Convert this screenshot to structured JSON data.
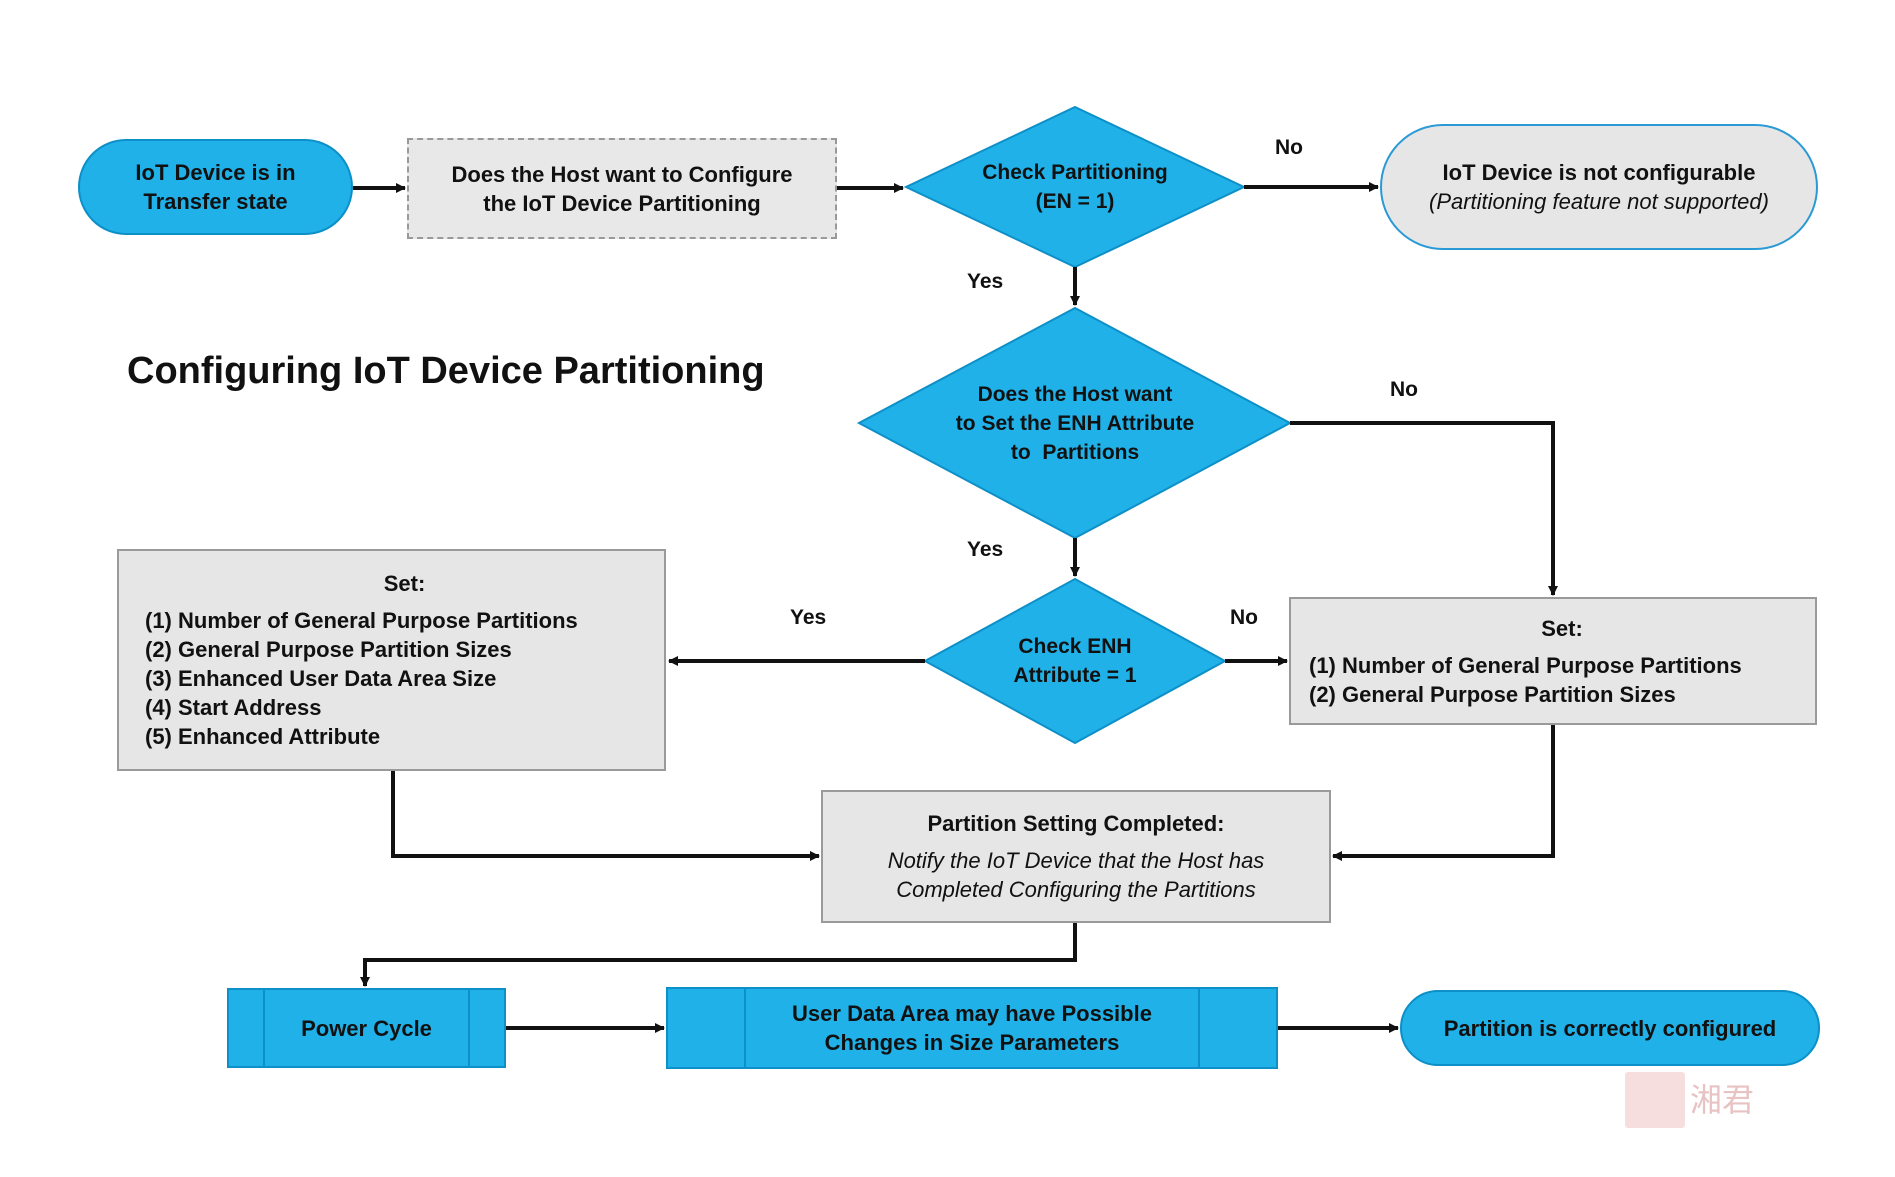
{
  "title": "Configuring IoT Device Partitioning",
  "nodes": {
    "start": [
      "IoT Device is in",
      "Transfer state"
    ],
    "host_configure": [
      "Does the Host want to Configure",
      "the IoT Device Partitioning"
    ],
    "check_partitioning": [
      "Check Partitioning",
      "(EN = 1)"
    ],
    "not_configurable": {
      "line1": "IoT Device is not configurable",
      "line2": "(Partitioning feature not supported)"
    },
    "set_enh_question": [
      "Does the Host want",
      "to Set the ENH Attribute",
      "to  Partitions"
    ],
    "check_enh": [
      "Check ENH",
      "Attribute = 1"
    ],
    "set_left": {
      "header": "Set:",
      "items": [
        "(1) Number of General Purpose Partitions",
        "(2) General Purpose Partition Sizes",
        "(3) Enhanced User Data Area Size",
        "(4) Start Address",
        "(5) Enhanced Attribute"
      ]
    },
    "set_right": {
      "header": "Set:",
      "items": [
        "(1) Number of General Purpose Partitions",
        "(2) General Purpose Partition Sizes"
      ]
    },
    "completed": {
      "header": "Partition Setting Completed:",
      "body": [
        "Notify the IoT Device that the Host has",
        "Completed Configuring the Partitions"
      ]
    },
    "power_cycle": "Power Cycle",
    "user_data": [
      "User Data Area may have Possible",
      "Changes in Size Parameters"
    ],
    "end": "Partition is correctly configured"
  },
  "edge_labels": {
    "check_partitioning_no": "No",
    "check_partitioning_yes": "Yes",
    "enh_question_no": "No",
    "enh_question_yes": "Yes",
    "check_enh_yes": "Yes",
    "check_enh_no": "No"
  },
  "watermark": "湘君",
  "colors": {
    "accent_blue": "#20b1e8",
    "box_gray": "#e6e6e6",
    "line": "#111111"
  }
}
